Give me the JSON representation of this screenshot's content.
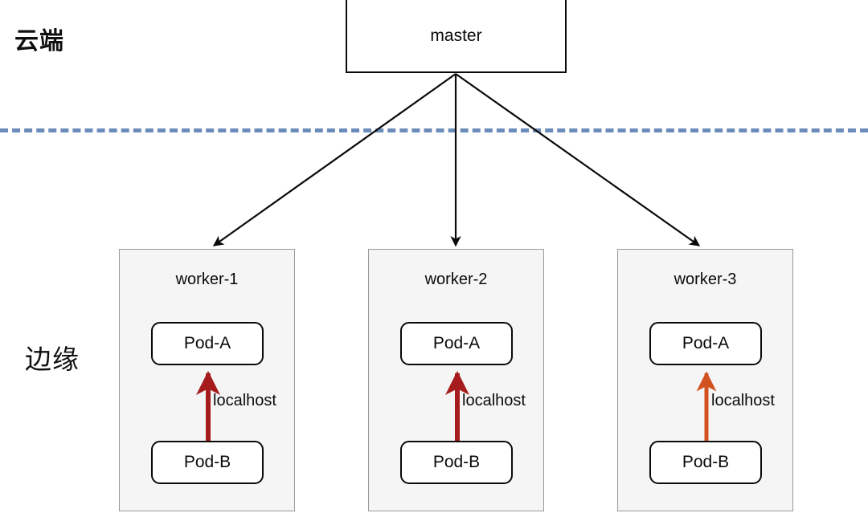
{
  "regions": {
    "cloud_label": "云端",
    "edge_label": "边缘"
  },
  "divider": {
    "style": "dashed",
    "color": "#6b8cba"
  },
  "master": {
    "label": "master"
  },
  "workers": [
    {
      "title": "worker-1",
      "pod_a": "Pod-A",
      "pod_b": "Pod-B",
      "link_label": "localhost",
      "link_color": "#a61b1b"
    },
    {
      "title": "worker-2",
      "pod_a": "Pod-A",
      "pod_b": "Pod-B",
      "link_label": "localhost",
      "link_color": "#a61b1b"
    },
    {
      "title": "worker-3",
      "pod_a": "Pod-A",
      "pod_b": "Pod-B",
      "link_label": "localhost",
      "link_color": "#d2521f"
    }
  ],
  "colors": {
    "master_border": "#0a0a0a",
    "worker_fill": "#f5f5f5",
    "worker_border": "#9a9a9a",
    "pod_border": "#0a0a0a",
    "connector": "#0a0a0a"
  }
}
